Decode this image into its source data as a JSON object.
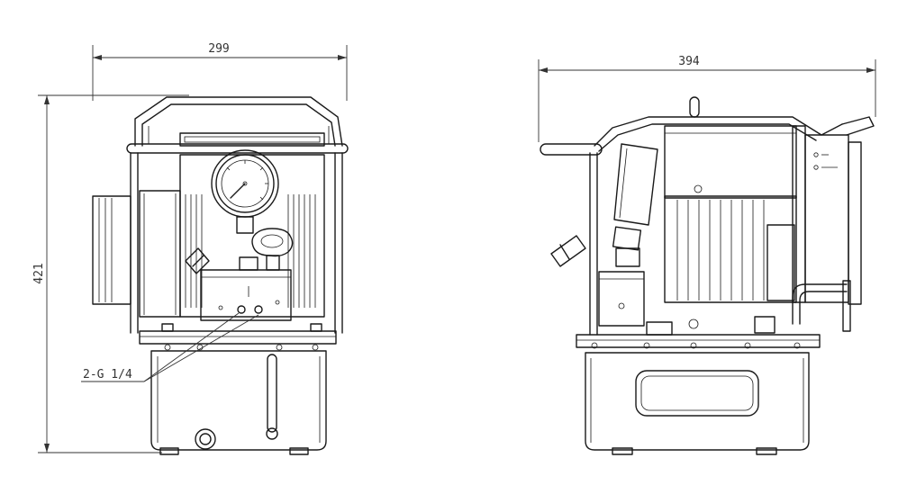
{
  "dimensions": {
    "front_width": "299",
    "front_height": "421",
    "side_width": "394"
  },
  "callout": {
    "port_label": "2-G 1/4"
  }
}
